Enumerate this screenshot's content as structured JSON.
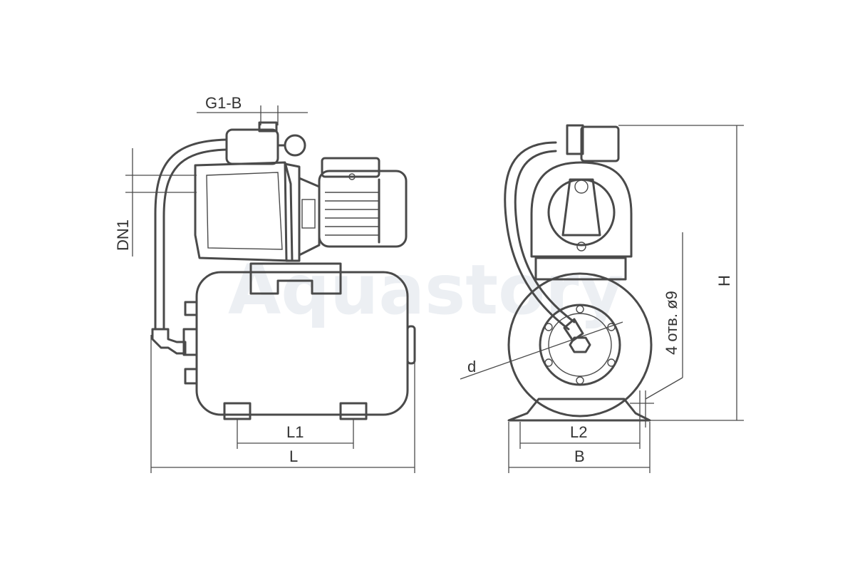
{
  "watermark": "Aquastory",
  "labels": {
    "g1b": "G1-B",
    "dn1": "DN1",
    "l1": "L1",
    "l": "L",
    "d": "d",
    "holes": "4 отв. ø9",
    "h": "H",
    "l2": "L2",
    "b": "B"
  },
  "colors": {
    "line": "#4a4a4a",
    "text": "#333333",
    "watermark": "#dde3ea"
  }
}
